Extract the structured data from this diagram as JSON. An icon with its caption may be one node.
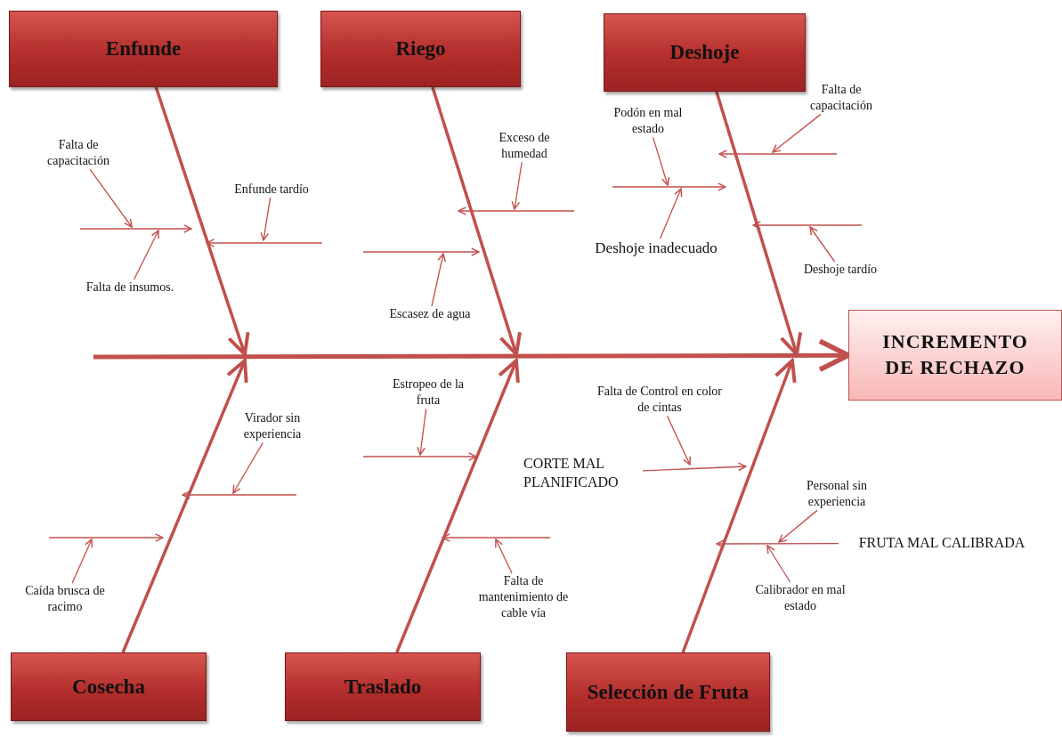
{
  "diagram": {
    "nodes": [
      {
        "text": [
          "Enfunde"
        ]
      },
      {
        "text": [
          "Riego"
        ]
      },
      {
        "text": [
          "Deshoje"
        ]
      },
      {
        "text": [
          "INCREMENTO DE RECHAZO"
        ]
      },
      {
        "text": [
          "Cosecha"
        ]
      },
      {
        "text": [
          "Traslado"
        ]
      },
      {
        "text": [
          "Selección de Fruta"
        ]
      },
      {
        "text": [
          "Falta de capacitación"
        ]
      },
      {
        "text": [
          "Falta de insumos."
        ]
      },
      {
        "text": [
          "Enfunde tardío"
        ]
      },
      {
        "text": [
          "Exceso de humedad"
        ]
      },
      {
        "text": [
          "Escasez de agua"
        ]
      },
      {
        "text": [
          "Falta de capacitación"
        ]
      },
      {
        "text": [
          "Podón en mal estado"
        ]
      },
      {
        "text": [
          "Deshoje inadecuado"
        ]
      },
      {
        "text": [
          "Deshoje tardío"
        ]
      },
      {
        "text": [
          "Virador sin experiencia"
        ]
      },
      {
        "text": [
          "Caída brusca de racimo"
        ]
      },
      {
        "text": [
          "Estropeo de la fruta"
        ]
      },
      {
        "text": [
          "Falta de mantenimiento de cable vía"
        ]
      },
      {
        "text": [
          "Falta de Control en color de cintas"
        ]
      },
      {
        "text": [
          "CORTE MAL PLANIFICADO"
        ]
      },
      {
        "text": [
          "Personal sin experiencia"
        ]
      },
      {
        "text": [
          "FRUTA MAL CALIBRADA"
        ]
      },
      {
        "text": [
          "Calibrador en mal estado"
        ]
      }
    ],
    "edges": [
      {
        "from": 0,
        "to": null,
        "arrow": "to",
        "style": "thick"
      },
      {
        "from": 1,
        "to": null,
        "arrow": "to",
        "style": "thick"
      },
      {
        "from": 2,
        "to": null,
        "arrow": "to",
        "style": "thick"
      },
      {
        "from": 4,
        "to": null,
        "arrow": "to",
        "style": "thick"
      },
      {
        "from": 5,
        "to": null,
        "arrow": "to",
        "style": "thick"
      },
      {
        "from": 6,
        "to": null,
        "arrow": "to",
        "style": "thick"
      },
      {
        "from": null,
        "to": 3,
        "arrow": "to",
        "style": "thick"
      },
      {
        "from": 7,
        "to": null,
        "arrow": "to"
      },
      {
        "from": 8,
        "to": null,
        "arrow": "to"
      },
      {
        "from": 9,
        "to": null,
        "arrow": "to"
      },
      {
        "from": 10,
        "to": null,
        "arrow": "to"
      },
      {
        "from": 11,
        "to": null,
        "arrow": "to"
      },
      {
        "from": 12,
        "to": null,
        "arrow": "to"
      },
      {
        "from": 13,
        "to": null,
        "arrow": "to"
      },
      {
        "from": 14,
        "to": null,
        "arrow": "to"
      },
      {
        "from": 15,
        "to": null,
        "arrow": "to"
      },
      {
        "from": 16,
        "to": null,
        "arrow": "to"
      },
      {
        "from": 17,
        "to": null,
        "arrow": "to"
      },
      {
        "from": 18,
        "to": null,
        "arrow": "to"
      },
      {
        "from": 19,
        "to": null,
        "arrow": "to"
      },
      {
        "from": 21,
        "to": null,
        "arrow": "to"
      },
      {
        "from": 20,
        "to": null,
        "arrow": "to"
      },
      {
        "from": 23,
        "to": null,
        "arrow": "to"
      },
      {
        "from": 22,
        "to": null,
        "arrow": "to"
      },
      {
        "from": 24,
        "to": null,
        "arrow": "to"
      }
    ]
  }
}
